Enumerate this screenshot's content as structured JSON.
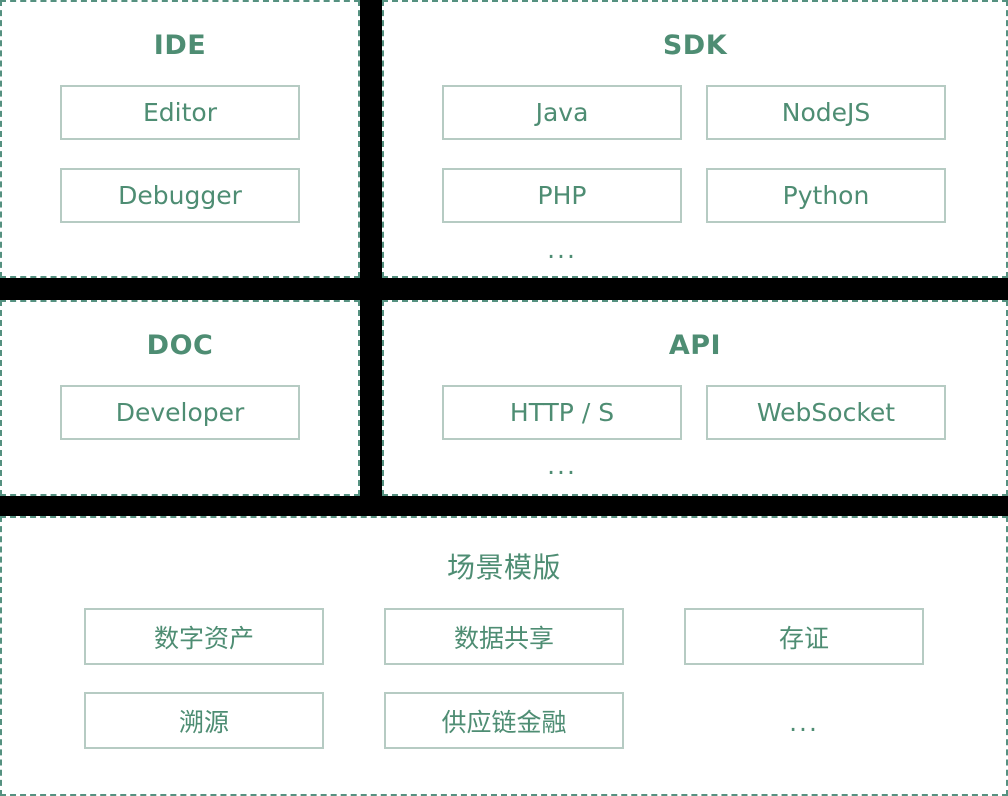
{
  "colors": {
    "accent": "#4e8d73",
    "panel_border": "#559180",
    "chip_border": "#b6cbc3",
    "gutter": "#000000",
    "background": "#ffffff"
  },
  "panels": {
    "ide": {
      "title": "IDE",
      "items": [
        {
          "label": "Editor"
        },
        {
          "label": "Debugger"
        }
      ]
    },
    "sdk": {
      "title": "SDK",
      "items": [
        {
          "label": "Java"
        },
        {
          "label": "NodeJS"
        },
        {
          "label": "PHP"
        },
        {
          "label": "Python"
        }
      ],
      "more": "..."
    },
    "doc": {
      "title": "DOC",
      "items": [
        {
          "label": "Developer"
        }
      ]
    },
    "api": {
      "title": "API",
      "items": [
        {
          "label": "HTTP / S"
        },
        {
          "label": "WebSocket"
        }
      ],
      "more": "..."
    },
    "scene": {
      "title": "场景模版",
      "items": [
        {
          "label": "数字资产"
        },
        {
          "label": "数据共享"
        },
        {
          "label": "存证"
        },
        {
          "label": "溯源"
        },
        {
          "label": "供应链金融"
        }
      ],
      "more": "..."
    }
  }
}
